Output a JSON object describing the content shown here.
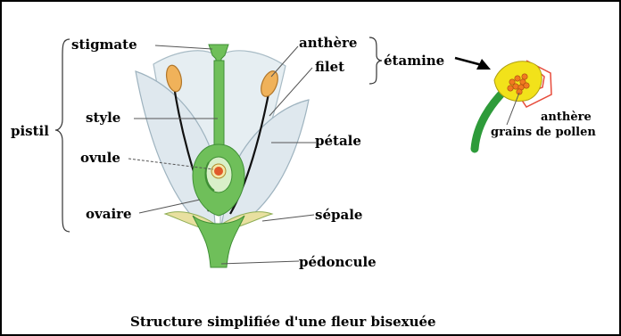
{
  "labels": {
    "stigmate": "stigmate",
    "anthere": "anthère",
    "filet": "filet",
    "etamine": "étamine",
    "pistil": "pistil",
    "style": "style",
    "ovule": "ovule",
    "petale": "pétale",
    "ovaire": "ovaire",
    "sepale": "sépale",
    "pedoncule": "pédoncule",
    "anthere_detail": "anthère",
    "grains_de_pollen": "grains de pollen"
  },
  "caption": "Structure simplifiée d'une fleur bisexuée",
  "colors": {
    "stem_green": "#6fbf5a",
    "stem_dark": "#3f8f35",
    "petal": "#e2ebf0",
    "petal_edge": "#9eb3bf",
    "anther": "#f0b25a",
    "ovary_red": "#e05a2a",
    "pollen_orange": "#f07a20",
    "stamen_yellow": "#f2e21a"
  }
}
